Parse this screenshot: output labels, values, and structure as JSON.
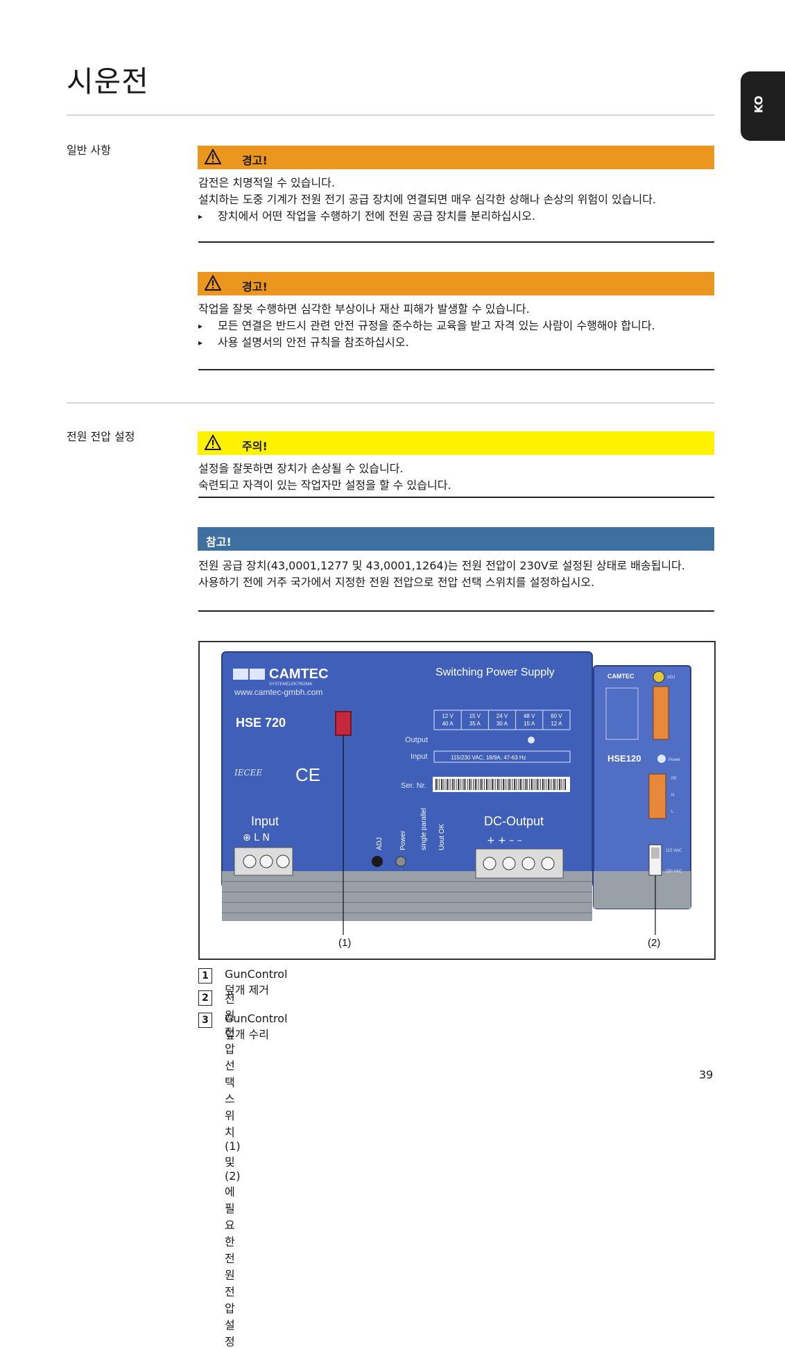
{
  "page_title": "시운전",
  "lang_tab": "KO",
  "section1": {
    "label": "일반 사항",
    "warning1": {
      "heading": "경고!",
      "lines": [
        "감전은 치명적일 수 있습니다.",
        "설치하는 도중 기계가 전원 전기 공급 장치에 연결되면 매우 심각한 상해나 손상의 위험이 있습니다."
      ],
      "bullets": [
        "장치에서 어떤 작업을 수행하기 전에 전원 공급 장치를 분리하십시오."
      ]
    },
    "warning2": {
      "heading": "경고!",
      "lines": [
        "작업을 잘못 수행하면 심각한 부상이나 재산 피해가 발생할 수 있습니다."
      ],
      "bullets": [
        "모든 연결은 반드시 관련 안전 규정을 준수하는 교육을 받고 자격 있는 사람이 수행해야 합니다.",
        "사용 설명서의 안전 규칙을 참조하십시오."
      ]
    }
  },
  "section2": {
    "label": "전원 전압 설정",
    "caution": {
      "heading": "주의!",
      "lines": [
        "설정을 잘못하면 장치가 손상될 수 있습니다.",
        "숙련되고 자격이 있는 작업자만 설정을 할 수 있습니다."
      ]
    },
    "note": {
      "heading": "참고!",
      "lines": [
        "전원 공급 장치(43,0001,1277 및 43,0001,1264)는 전원 전압이 230V로 설정된 상태로 배송됩니다.",
        "사용하기 전에 거주 국가에서 지정한 전원 전압으로 전압 선택 스위치를 설정하십시오."
      ]
    }
  },
  "figure": {
    "main_unit": {
      "brand": "CAMTEC",
      "brand_sub": "SYSTEMELEKTRONIK",
      "url": "www.camtec-gmbh.com",
      "product_type": "Switching Power Supply",
      "model": "HSE 720",
      "output_table": [
        [
          "12 V",
          "40 A"
        ],
        [
          "15 V",
          "35 A"
        ],
        [
          "24 V",
          "30 A"
        ],
        [
          "48 V",
          "15 A"
        ],
        [
          "60 V",
          "12 A"
        ]
      ],
      "output_label": "Output",
      "input_label": "Input",
      "input_value": "115/230 VAC, 18/9A, 47-63 Hz",
      "serial_label": "Ser. Nr.",
      "input_terminal_label": "Input",
      "input_terminals": "⊕  L  N",
      "dc_output_label": "DC-Output",
      "dc_terminals": "+  +  –  –",
      "indicators": [
        "ADJ",
        "Power",
        "single parallel",
        "Uout OK"
      ]
    },
    "side_unit": {
      "brand": "CAMTEC",
      "model": "HSE120",
      "power_label": "Power",
      "adj_label": "ADJ",
      "labels": [
        "PE",
        "N",
        "L"
      ],
      "switch_top": "115 VAC",
      "switch_bottom": "230 VAC"
    },
    "callout1": "(1)",
    "callout2": "(2)"
  },
  "steps": [
    {
      "num": "1",
      "text": "GunControl 덮개 제거"
    },
    {
      "num": "2",
      "text": "전원 전압 선택 스위치 (1) 및 (2)에 필요한 전원 전압 설정"
    },
    {
      "num": "3",
      "text": "GunControl 덮개 수리"
    }
  ],
  "page_number": "39",
  "colors": {
    "warning": "#eb961e",
    "caution": "#fff200",
    "note": "#3f6f9e",
    "device_blue": "#3f5fb8"
  }
}
